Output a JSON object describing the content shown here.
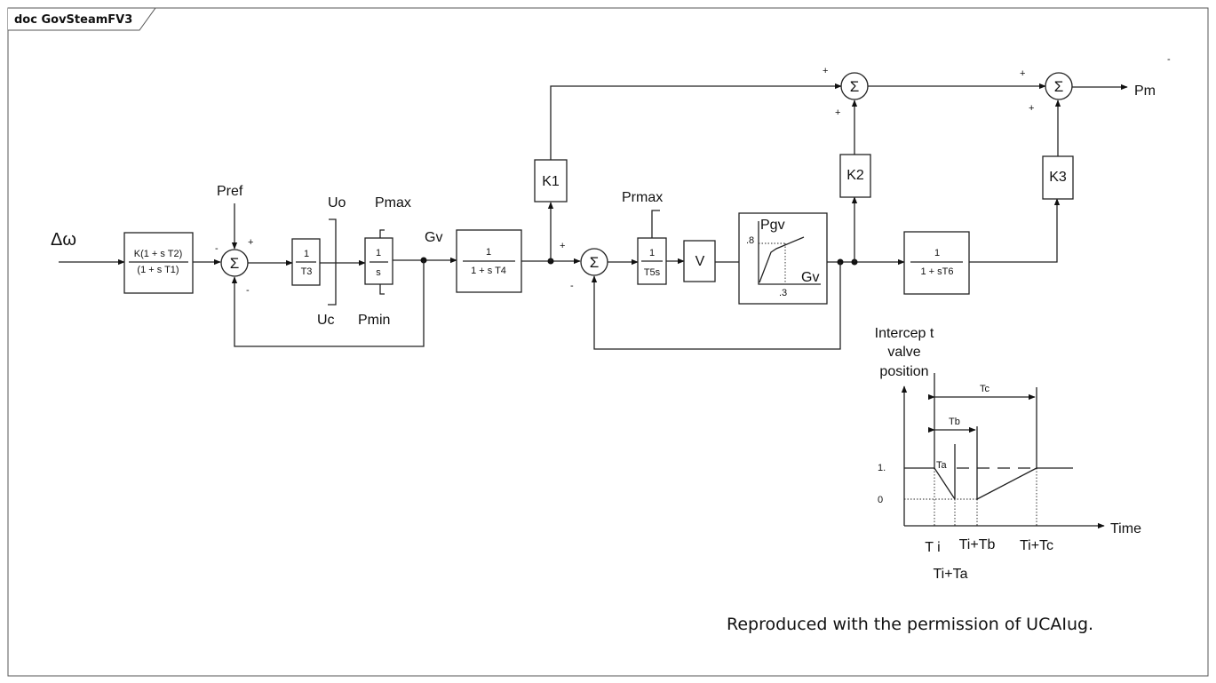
{
  "frame": {
    "title": "doc GovSteamFV3"
  },
  "inputs": {
    "delta_omega": "Δω",
    "pref": "Pref"
  },
  "output": {
    "pm": "Pm",
    "corner_mark": "-"
  },
  "blocks": {
    "lead_lag": {
      "num": "K(1 + s T2)",
      "den": "(1 + s T1)"
    },
    "t3": {
      "num": "1",
      "den": "T3"
    },
    "integrator": {
      "num": "1",
      "den": "s"
    },
    "t4": {
      "num": "1",
      "den": "1 + s T4"
    },
    "t5": {
      "num": "1",
      "den": "T5s"
    },
    "v": "V",
    "t6": {
      "num": "1",
      "den": "1 + sT6"
    },
    "k1": "K1",
    "k2": "K2",
    "k3": "K3"
  },
  "sum_symbol": "Σ",
  "signs": {
    "plus": "+",
    "minus": "-"
  },
  "limits": {
    "uo": "Uo",
    "uc": "Uc",
    "pmax": "Pmax",
    "pmin": "Pmin",
    "prmax": "Prmax"
  },
  "signals": {
    "gv": "Gv"
  },
  "pgv_curve": {
    "title": "Pgv",
    "axis": "Gv",
    "y_tick": ".8",
    "x_tick": ".3"
  },
  "intercept_valve": {
    "title": [
      "Intercep t",
      "valve",
      "position"
    ],
    "y_ticks": [
      "1.",
      "0"
    ],
    "x_axis": "Time",
    "labels": {
      "tc": "Tc",
      "tb": "Tb",
      "ta": "Ta"
    },
    "x_ticks": {
      "ti": "T i",
      "ti_tb": "Ti+Tb",
      "ti_tc": "Ti+Tc",
      "ti_ta": "Ti+Ta"
    }
  },
  "credit": "Reproduced with the permission of UCAIug."
}
